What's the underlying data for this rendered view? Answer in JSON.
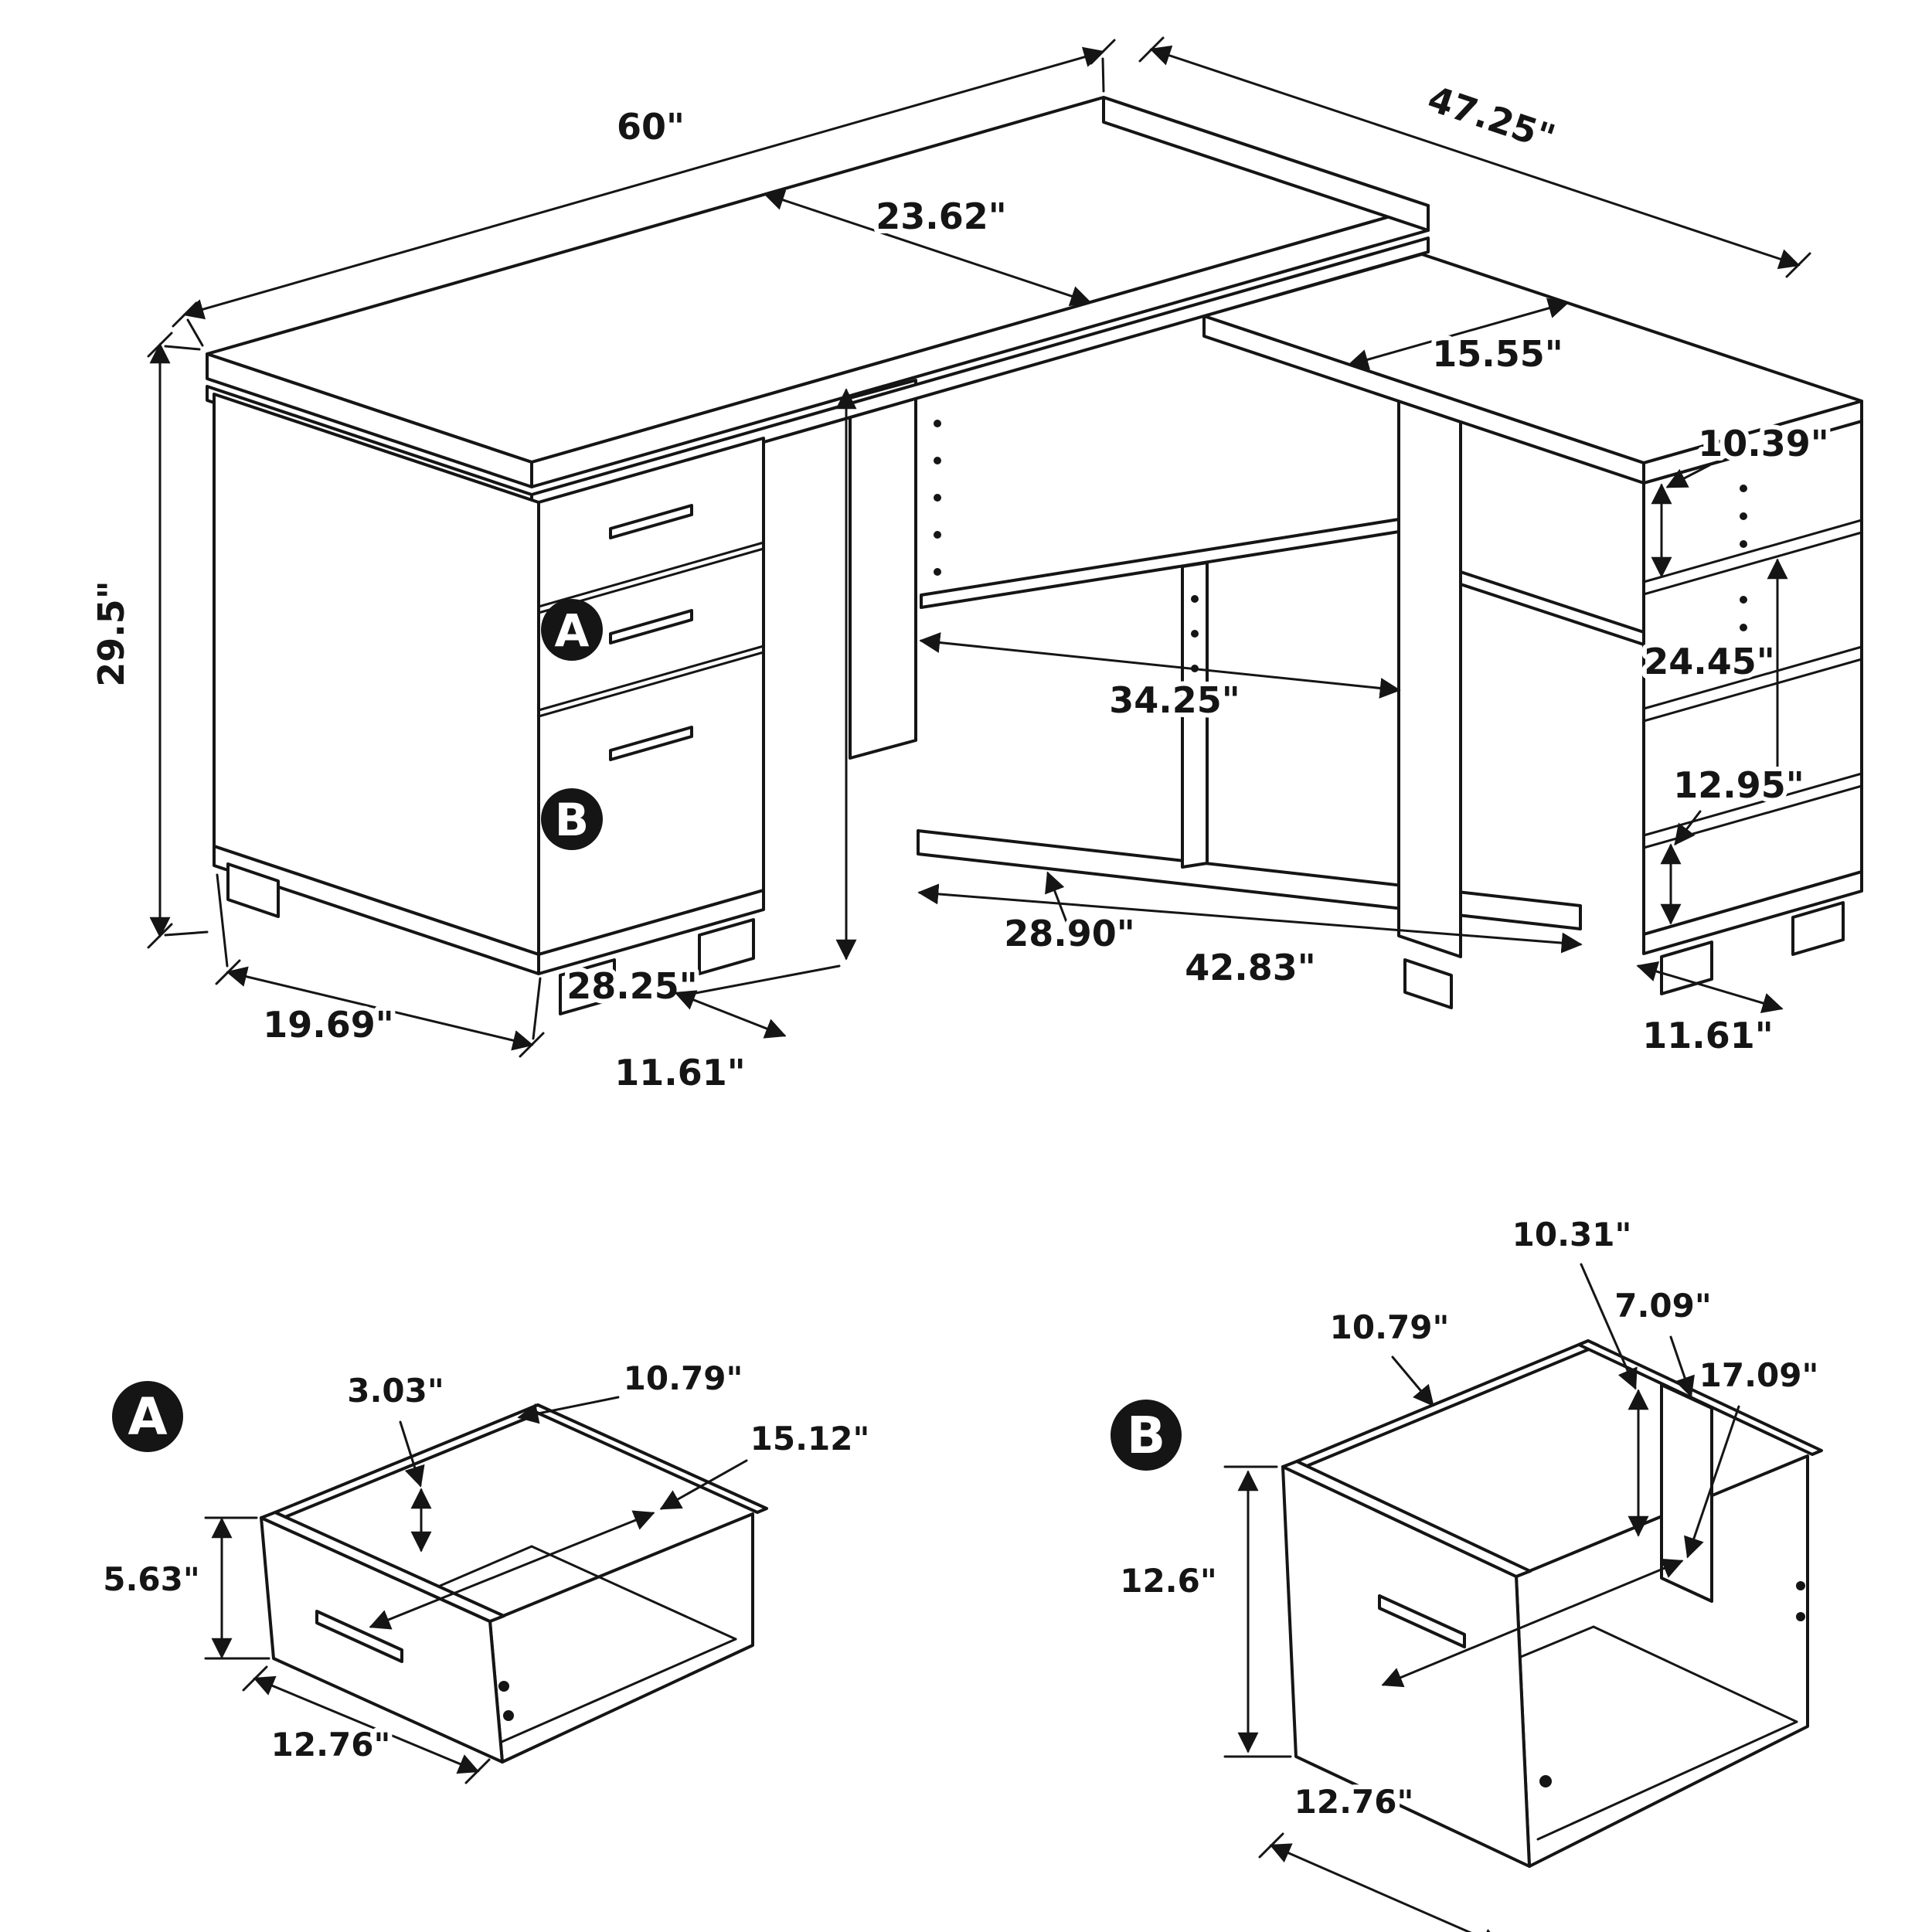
{
  "page": {
    "background": "#ffffff",
    "line_color": "#151515"
  },
  "main_view": {
    "badge_a": "A",
    "badge_b": "B",
    "dims": {
      "desk_width": "60\"",
      "return_length": "47.25\"",
      "desk_depth": "23.62\"",
      "return_width": "15.55\"",
      "shelf_top_gap": "10.39\"",
      "desk_height": "29.5\"",
      "shelf_mid_span": "24.45\"",
      "open_shelf_width": "34.25\"",
      "shelf_bottom_gap": "12.95\"",
      "kneehole_height": "28.25\"",
      "rail_clearance": "28.90\"",
      "base_span": "42.83\"",
      "pedestal_depth": "19.69\"",
      "foot_left": "11.61\"",
      "foot_right": "11.61\""
    }
  },
  "detail_a": {
    "badge": "A",
    "dims": {
      "back_gap": "3.03\"",
      "inner_width": "10.79\"",
      "inner_depth": "15.12\"",
      "front_height": "5.63\"",
      "front_width": "12.76\""
    }
  },
  "detail_b": {
    "badge": "B",
    "dims": {
      "back_height": "10.31\"",
      "inner_width": "10.79\"",
      "rail_gap": "7.09\"",
      "inner_depth": "17.09\"",
      "front_height": "12.6\"",
      "front_width": "12.76\""
    }
  }
}
